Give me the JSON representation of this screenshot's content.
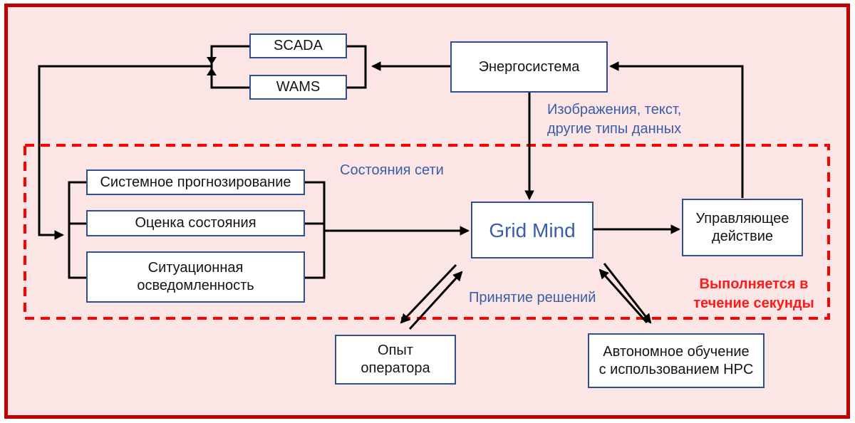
{
  "colors": {
    "frame-red": "#c00000",
    "dashed-red": "#ff0000",
    "box-blue": "#2f5090",
    "accent-blue": "#3a5da8",
    "alert-red": "#ff1a1a",
    "bg-pink": "#fbe6e5",
    "line-black": "#000000"
  },
  "boxes": {
    "scada": {
      "label": "SCADA"
    },
    "wams": {
      "label": "WAMS"
    },
    "power_system": {
      "label": "Энергосистема"
    },
    "system_forecasting": {
      "label": "Системное прогнозирование"
    },
    "state_estimation": {
      "label": "Оценка состояния"
    },
    "situational_awareness": {
      "label": "Ситуационная\nосведомленность"
    },
    "grid_mind": {
      "label": "Grid Mind"
    },
    "control_action": {
      "label": "Управляющее\nдействие"
    },
    "operator_experience": {
      "label": "Опыт\nоператора"
    },
    "autonomous_learning": {
      "label": "Автономное обучение\nс использованием HPC"
    }
  },
  "labels": {
    "data_types": "Изображения, текст,\nдругие типы данных",
    "network_states": "Состояния сети",
    "decision_making": "Принятие решений",
    "executes_within_second": "Выполняется в\nтечение секунды"
  }
}
